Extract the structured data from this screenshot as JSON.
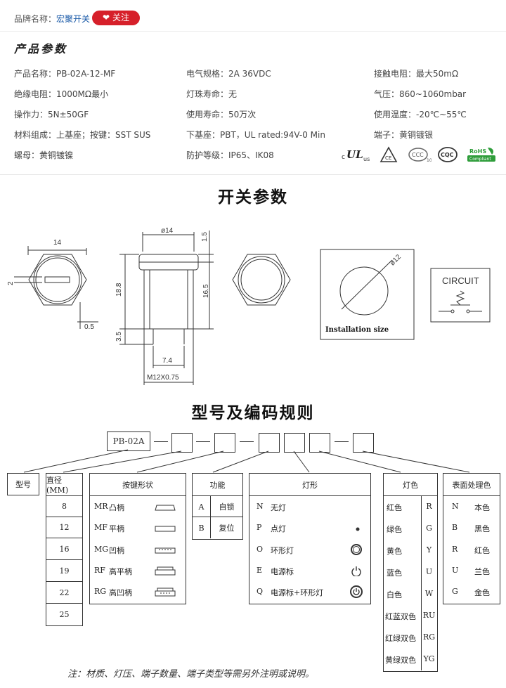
{
  "brand": {
    "label": "品牌名称：",
    "value": "宏聚开关",
    "follow": "关注"
  },
  "params_title": "产品参数",
  "params": [
    "产品名称：PB-02A-12-MF",
    "电气规格：2A   36VDC",
    "接触电阻：最大50mΩ",
    "绝缘电阻：1000MΩ最小",
    "灯珠寿命：无",
    "气压：860~1060mbar",
    "操作力：5N±50GF",
    "使用寿命：50万次",
    "使用温度：-20℃~55℃",
    "材料组成：上基座；按键：SST SUS",
    "下基座：PBT，UL rated:94V-0 Min",
    "端子：黄铜镀银",
    "螺母：黄铜镀镍",
    "防护等级：IP65、IK08"
  ],
  "certs": [
    "c UL us",
    "CE",
    "CCC",
    "CQC",
    "RoHS Compliant"
  ],
  "switch_section": "开关参数",
  "drawing": {
    "front_width": "14",
    "slot": "2",
    "edge": "0.5",
    "side_dia": "ø14",
    "side_h1": "1.5",
    "side_h2": "16.5",
    "side_total": "18.8",
    "side_pin": "3.5",
    "side_pitch": "7.4",
    "side_thread": "M12X0.75",
    "install_dia": "ø12",
    "install_label": "Installation size",
    "circuit_label": "CIRCUIT"
  },
  "code_section": "型号及编码规则",
  "code_model": "PB-02A",
  "model_label": "型号",
  "diameter": {
    "header": "直径(MM)",
    "values": [
      "8",
      "12",
      "16",
      "19",
      "22",
      "25"
    ]
  },
  "button_shape": {
    "header": "按键形状",
    "rows": [
      {
        "code": "MR",
        "name": "凸柄"
      },
      {
        "code": "MF",
        "name": "平柄"
      },
      {
        "code": "MG",
        "name": "凹柄"
      },
      {
        "code": "RF",
        "name": "高平柄"
      },
      {
        "code": "RG",
        "name": "高凹柄"
      }
    ]
  },
  "function": {
    "header": "功能",
    "rows": [
      {
        "code": "A",
        "name": "自锁"
      },
      {
        "code": "B",
        "name": "复位"
      }
    ]
  },
  "lamp": {
    "header": "灯形",
    "rows": [
      {
        "code": "N",
        "name": "无灯"
      },
      {
        "code": "P",
        "name": "点灯"
      },
      {
        "code": "O",
        "name": "环形灯"
      },
      {
        "code": "E",
        "name": "电源标"
      },
      {
        "code": "Q",
        "name": "电源标+环形灯"
      }
    ]
  },
  "lamp_color": {
    "header": "灯色",
    "rows": [
      {
        "name": "红色",
        "code": "R"
      },
      {
        "name": "绿色",
        "code": "G"
      },
      {
        "name": "黄色",
        "code": "Y"
      },
      {
        "name": "蓝色",
        "code": "U"
      },
      {
        "name": "白色",
        "code": "W"
      },
      {
        "name": "红蓝双色",
        "code": "RU"
      },
      {
        "name": "红绿双色",
        "code": "RG"
      },
      {
        "name": "黄绿双色",
        "code": "YG"
      }
    ]
  },
  "surface": {
    "header": "表面处理色",
    "rows": [
      {
        "code": "N",
        "name": "本色"
      },
      {
        "code": "B",
        "name": "黑色"
      },
      {
        "code": "R",
        "name": "红色"
      },
      {
        "code": "U",
        "name": "兰色"
      },
      {
        "code": "G",
        "name": "金色"
      }
    ]
  },
  "note": "注：材质、灯压、端子数量、端子类型等需另外注明或说明。",
  "colors": {
    "follow_bg": "#d6202a",
    "brand_link": "#1a5aa8"
  }
}
